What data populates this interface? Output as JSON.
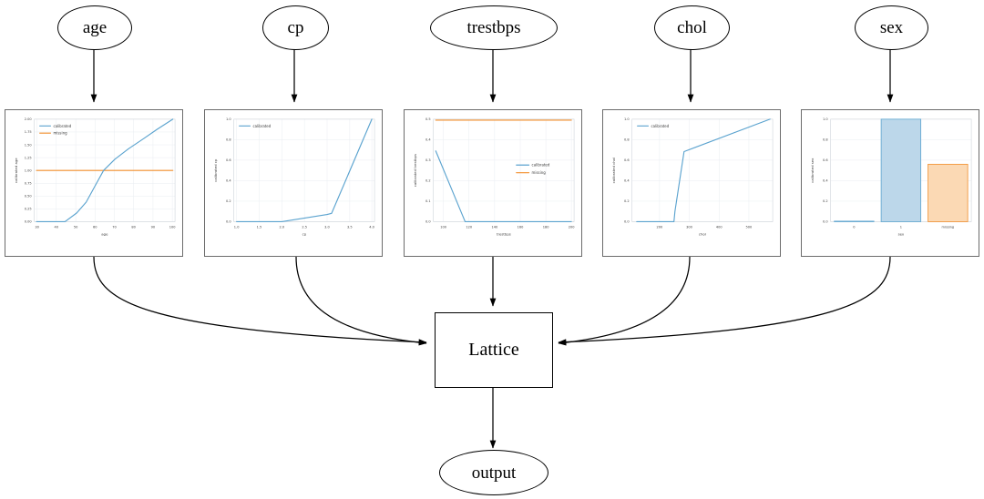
{
  "graph": {
    "input_nodes": [
      {
        "name": "age-node",
        "label": "age"
      },
      {
        "name": "cp-node",
        "label": "cp"
      },
      {
        "name": "trestbps-node",
        "label": "trestbps"
      },
      {
        "name": "chol-node",
        "label": "chol"
      },
      {
        "name": "sex-node",
        "label": "sex"
      }
    ],
    "lattice_label": "Lattice",
    "output_label": "output"
  },
  "legend_labels": {
    "calibrated": "calibrated",
    "missing": "missing"
  },
  "colors": {
    "calibrated": "#5ba3cf",
    "missing": "#f28e2b",
    "panel_border": "#6b6b6b",
    "grid": "#e9edf2"
  },
  "chart_data": [
    {
      "type": "line",
      "name": "age-calibration-chart",
      "title": "",
      "xlabel": "age",
      "ylabel": "calibrated age",
      "xlim": [
        27,
        103
      ],
      "ylim": [
        -0.08,
        2.08
      ],
      "xticks": [
        30,
        40,
        50,
        60,
        70,
        80,
        90,
        100
      ],
      "yticks": [
        0.0,
        0.25,
        0.5,
        0.75,
        1.0,
        1.25,
        1.5,
        1.75,
        2.0
      ],
      "ytick_labels": [
        "0.00",
        "0.25",
        "0.50",
        "0.75",
        "1.00",
        "1.25",
        "1.50",
        "1.75",
        "2.00"
      ],
      "xtick_labels": [
        "30",
        "40",
        "50",
        "60",
        "70",
        "80",
        "90",
        "100"
      ],
      "grid": true,
      "legend": "upper left",
      "series": [
        {
          "name": "calibrated",
          "color": "#5ba3cf",
          "x": [
            29,
            44,
            50,
            55,
            60,
            64,
            70,
            77,
            85,
            92,
            100
          ],
          "y": [
            0.0,
            0.0,
            0.17,
            0.38,
            0.72,
            1.0,
            1.22,
            1.42,
            1.62,
            1.8,
            2.0
          ]
        },
        {
          "name": "missing",
          "color": "#f28e2b",
          "x": [
            29,
            100
          ],
          "y": [
            1.0,
            1.0
          ]
        }
      ]
    },
    {
      "type": "line",
      "name": "cp-calibration-chart",
      "title": "",
      "xlabel": "cp",
      "ylabel": "calibrated cp",
      "xlim": [
        0.88,
        4.12
      ],
      "ylim": [
        -0.05,
        1.05
      ],
      "xticks": [
        1.0,
        1.5,
        2.0,
        2.5,
        3.0,
        3.5,
        4.0
      ],
      "yticks": [
        0.0,
        0.2,
        0.4,
        0.6,
        0.8,
        1.0
      ],
      "xtick_labels": [
        "1.0",
        "1.5",
        "2.0",
        "2.5",
        "3.0",
        "3.5",
        "4.0"
      ],
      "ytick_labels": [
        "0.0",
        "0.2",
        "0.4",
        "0.6",
        "0.8",
        "1.0"
      ],
      "grid": true,
      "legend": "upper left",
      "series": [
        {
          "name": "calibrated",
          "color": "#5ba3cf",
          "x": [
            1.0,
            2.0,
            3.0,
            3.1,
            4.0
          ],
          "y": [
            0.0,
            0.0,
            0.07,
            0.09,
            1.0
          ]
        }
      ]
    },
    {
      "type": "line",
      "name": "trestbps-calibration-chart",
      "title": "",
      "xlabel": "trestbps",
      "ylabel": "calibrated trestbps",
      "xlim": [
        92,
        204
      ],
      "ylim": [
        -0.02,
        0.52
      ],
      "xticks": [
        100,
        120,
        140,
        160,
        180,
        200
      ],
      "yticks": [
        0.0,
        0.1,
        0.2,
        0.3,
        0.4,
        0.5
      ],
      "xtick_labels": [
        "100",
        "120",
        "140",
        "160",
        "180",
        "200"
      ],
      "ytick_labels": [
        "0.0",
        "0.1",
        "0.2",
        "0.3",
        "0.4",
        "0.5"
      ],
      "grid": true,
      "legend": "center right",
      "series": [
        {
          "name": "calibrated",
          "color": "#5ba3cf",
          "x": [
            94,
            117,
            200
          ],
          "y": [
            0.345,
            0.0,
            0.0
          ]
        },
        {
          "name": "missing",
          "color": "#f28e2b",
          "x": [
            94,
            200
          ],
          "y": [
            0.495,
            0.495
          ]
        }
      ]
    },
    {
      "type": "line",
      "name": "chol-calibration-chart",
      "title": "",
      "xlabel": "chol",
      "ylabel": "calibrated chol",
      "xlim": [
        110,
        570
      ],
      "ylim": [
        -0.05,
        1.05
      ],
      "xticks": [
        200,
        300,
        400,
        500
      ],
      "yticks": [
        0.0,
        0.2,
        0.4,
        0.6,
        0.8,
        1.0
      ],
      "xtick_labels": [
        "200",
        "300",
        "400",
        "500"
      ],
      "ytick_labels": [
        "0.0",
        "0.2",
        "0.4",
        "0.6",
        "0.8",
        "1.0"
      ],
      "grid": true,
      "legend": "upper left",
      "series": [
        {
          "name": "calibrated",
          "color": "#5ba3cf",
          "x": [
            126,
            248,
            251,
            282,
            564
          ],
          "y": [
            0.0,
            0.0,
            0.1,
            0.685,
            1.0
          ]
        }
      ]
    },
    {
      "type": "bar",
      "name": "sex-calibration-chart",
      "title": "",
      "xlabel": "sex",
      "ylabel": "calibrated sex",
      "ylim": [
        0.0,
        1.05
      ],
      "yticks": [
        0.0,
        0.2,
        0.4,
        0.6,
        0.8,
        1.0
      ],
      "ytick_labels": [
        "0.0",
        "0.2",
        "0.4",
        "0.6",
        "0.8",
        "1.0"
      ],
      "categories": [
        "0",
        "1",
        "missing"
      ],
      "values": [
        0.0,
        1.0,
        0.56
      ],
      "bar_colors": [
        "#bcd7ea",
        "#bcd7ea",
        "#fbd9b4"
      ],
      "grid": true,
      "legend": "none"
    }
  ]
}
